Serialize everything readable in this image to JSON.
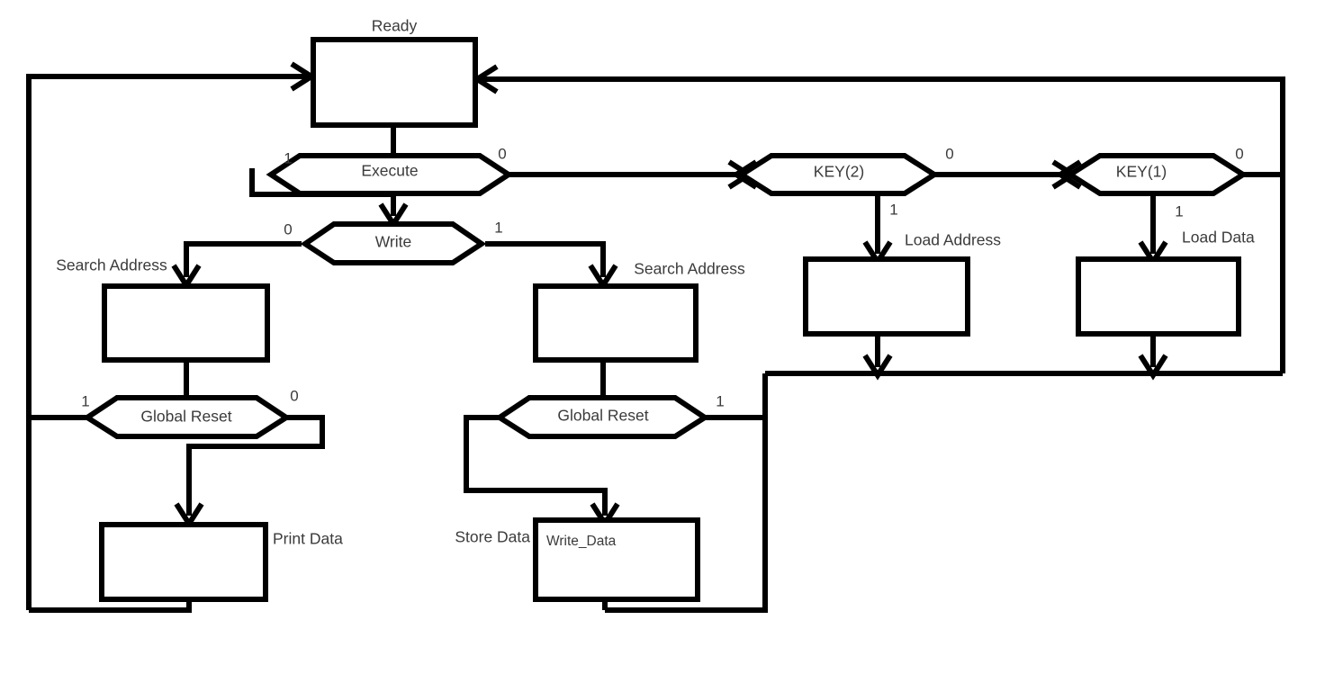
{
  "diagram": {
    "title": "Ready",
    "type": "flowchart",
    "nodes": {
      "ready": {
        "label": "Ready",
        "shape": "process"
      },
      "execute": {
        "label": "Execute",
        "shape": "decision"
      },
      "write": {
        "label": "Write",
        "shape": "decision"
      },
      "key2": {
        "label": "KEY(2)",
        "shape": "decision"
      },
      "key1": {
        "label": "KEY(1)",
        "shape": "decision"
      },
      "search_address_left": {
        "label": "Search Address",
        "shape": "process"
      },
      "search_address_mid": {
        "label": "Search Address",
        "shape": "process"
      },
      "global_reset_left": {
        "label": "Global Reset",
        "shape": "decision"
      },
      "global_reset_mid": {
        "label": "Global Reset",
        "shape": "decision"
      },
      "load_address": {
        "label": "Load Address",
        "shape": "process"
      },
      "load_data": {
        "label": "Load Data",
        "shape": "process"
      },
      "print_data": {
        "label": "Print Data",
        "shape": "process"
      },
      "store_data": {
        "label": "Store Data",
        "shape": "process",
        "inner_label": "Write_Data"
      }
    },
    "edge_labels": {
      "execute_true": "1",
      "execute_false": "0",
      "write_false": "0",
      "write_true": "1",
      "key2_false": "0",
      "key2_true": "1",
      "key1_false": "0",
      "key1_true": "1",
      "gr_left_true": "1",
      "gr_left_false": "0",
      "gr_mid_true": "1"
    },
    "colors": {
      "stroke": "#000000",
      "text": "#3b3b3b",
      "background": "#ffffff"
    }
  }
}
